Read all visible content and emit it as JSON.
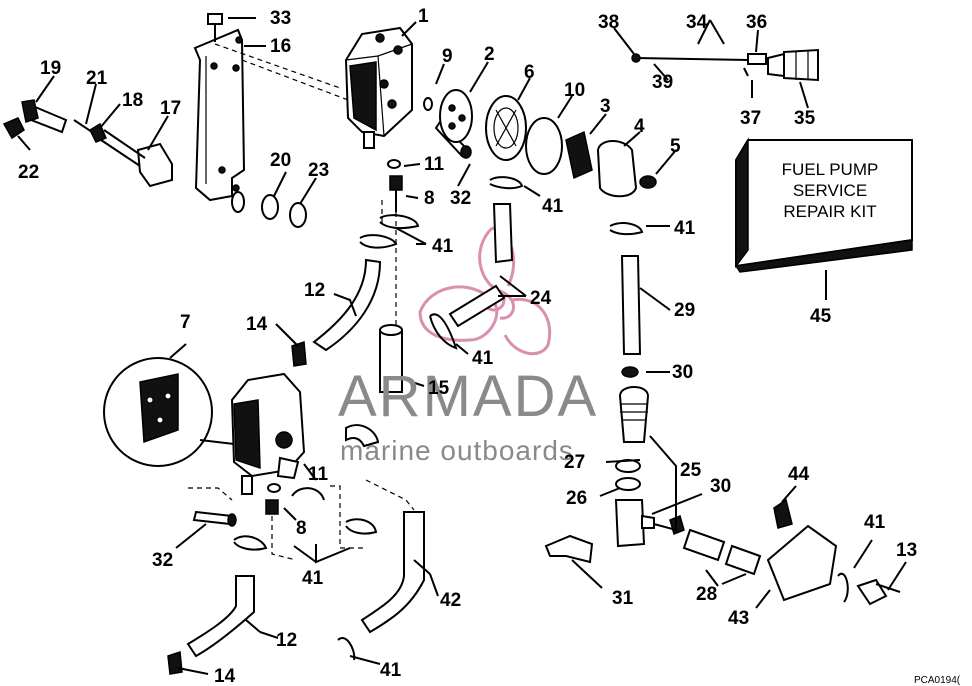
{
  "callouts": [
    "1",
    "2",
    "3",
    "4",
    "5",
    "6",
    "7",
    "8",
    "9",
    "10",
    "11",
    "12",
    "13",
    "14",
    "15",
    "16",
    "17",
    "18",
    "19",
    "20",
    "21",
    "22",
    "23",
    "24",
    "25",
    "26",
    "27",
    "28",
    "29",
    "30",
    "31",
    "32",
    "33",
    "34",
    "35",
    "36",
    "37",
    "38",
    "39",
    "41",
    "42",
    "43",
    "44",
    "45"
  ],
  "repair_kit": {
    "line1": "FUEL PUMP",
    "line2": "SERVICE",
    "line3": "REPAIR KIT"
  },
  "watermark": {
    "brand": "ARMADA",
    "tagline": "marine outboards"
  },
  "figure_code": "PCA0194(",
  "colors": {
    "line": "#000000",
    "watermark_logo": "#d98fb0",
    "watermark_text": "#8a8a8a"
  }
}
